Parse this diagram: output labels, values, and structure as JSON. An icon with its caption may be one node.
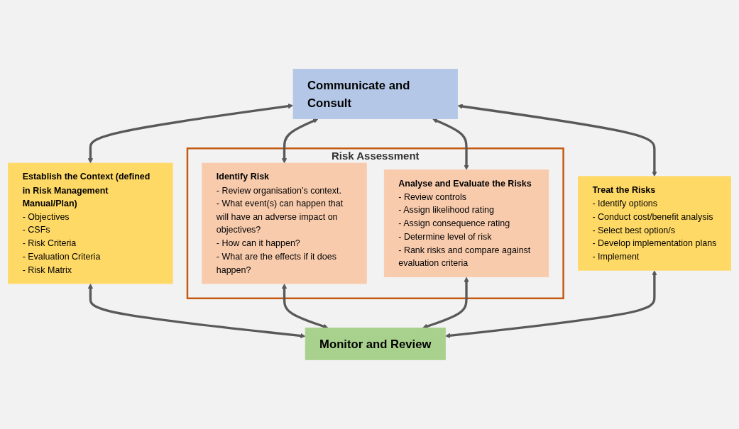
{
  "diagram": {
    "nodes": [
      {
        "text": [
          "Communicate and Consult"
        ]
      },
      {
        "text": [
          "Establish the Context (defined in Risk Management Manual/Plan)",
          "- Objectives",
          "- CSFs",
          "- Risk Criteria",
          "- Evaluation Criteria",
          "- Risk Matrix"
        ]
      },
      {
        "text": [
          "Risk Assessment"
        ]
      },
      {
        "text": [
          "Identify Risk",
          "- Review organisation’s context.",
          "- What event(s) can happen that will have an adverse impact on objectives?",
          "- How can it happen?",
          "- What are the effects if it does happen?"
        ],
        "in": 2
      },
      {
        "text": [
          "Analyse and Evaluate the Risks",
          "- Review controls",
          "- Assign likelihood rating",
          "- Assign consequence rating",
          "- Determine level of risk",
          "- Rank risks and compare against evaluation criteria"
        ],
        "in": 2
      },
      {
        "text": [
          "Treat the Risks",
          "- Identify options",
          "- Conduct cost/benefit analysis",
          "- Select best option/s",
          "- Develop implementation plans",
          "- Implement"
        ]
      },
      {
        "text": [
          "Monitor and Review"
        ]
      }
    ],
    "edges": [
      {
        "from": 0,
        "to": 1,
        "arrow": "both"
      },
      {
        "from": 0,
        "to": 3,
        "arrow": "both"
      },
      {
        "from": 0,
        "to": 4,
        "arrow": "both"
      },
      {
        "from": 0,
        "to": 5,
        "arrow": "both"
      },
      {
        "from": 1,
        "to": 6,
        "arrow": "both"
      },
      {
        "from": 3,
        "to": 6,
        "arrow": "both"
      },
      {
        "from": 4,
        "to": 6,
        "arrow": "both"
      },
      {
        "from": 5,
        "to": 6,
        "arrow": "both"
      }
    ]
  }
}
